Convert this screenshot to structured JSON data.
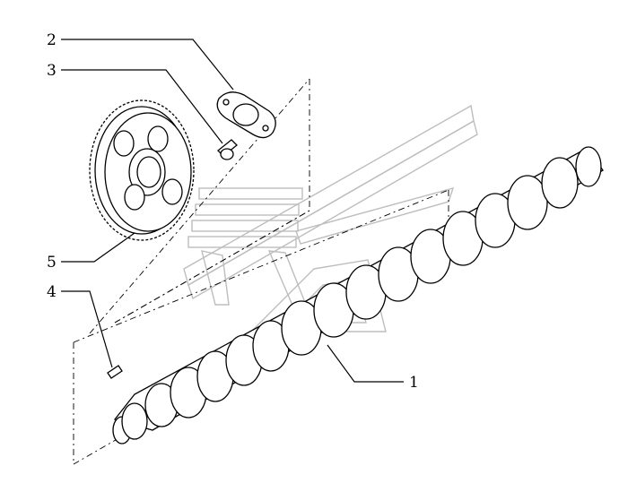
{
  "callouts": [
    {
      "id": "1",
      "label": "1",
      "part": "camshaft"
    },
    {
      "id": "2",
      "label": "2",
      "part": "thrust-plate"
    },
    {
      "id": "3",
      "label": "3",
      "part": "screw"
    },
    {
      "id": "4",
      "label": "4",
      "part": "key"
    },
    {
      "id": "5",
      "label": "5",
      "part": "camshaft-gear"
    }
  ],
  "colors": {
    "ink": "#000000",
    "watermark": "#bdbdbd",
    "background": "#ffffff"
  }
}
